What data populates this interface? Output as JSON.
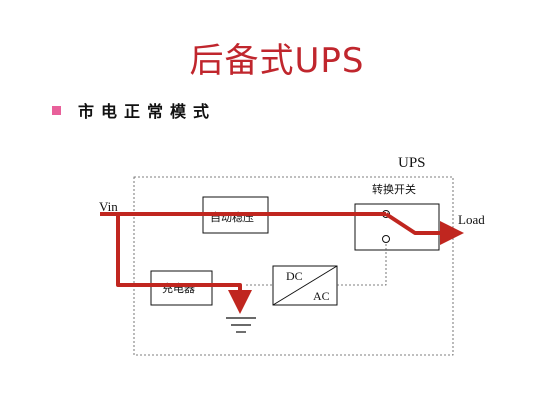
{
  "slide": {
    "title": "后备式UPS",
    "bullet": "市电正常模式"
  },
  "diagram": {
    "enclosure_label": "UPS",
    "input_label": "Vin",
    "output_label": "Load",
    "blocks": {
      "regulator": "自动稳压",
      "charger": "充电器",
      "inverter_top": "DC",
      "inverter_bottom": "AC",
      "transfer_switch": "转换开关"
    },
    "colors": {
      "power_path": "#c0261f",
      "title": "#c0262d",
      "bullet": "#e8609a"
    }
  }
}
